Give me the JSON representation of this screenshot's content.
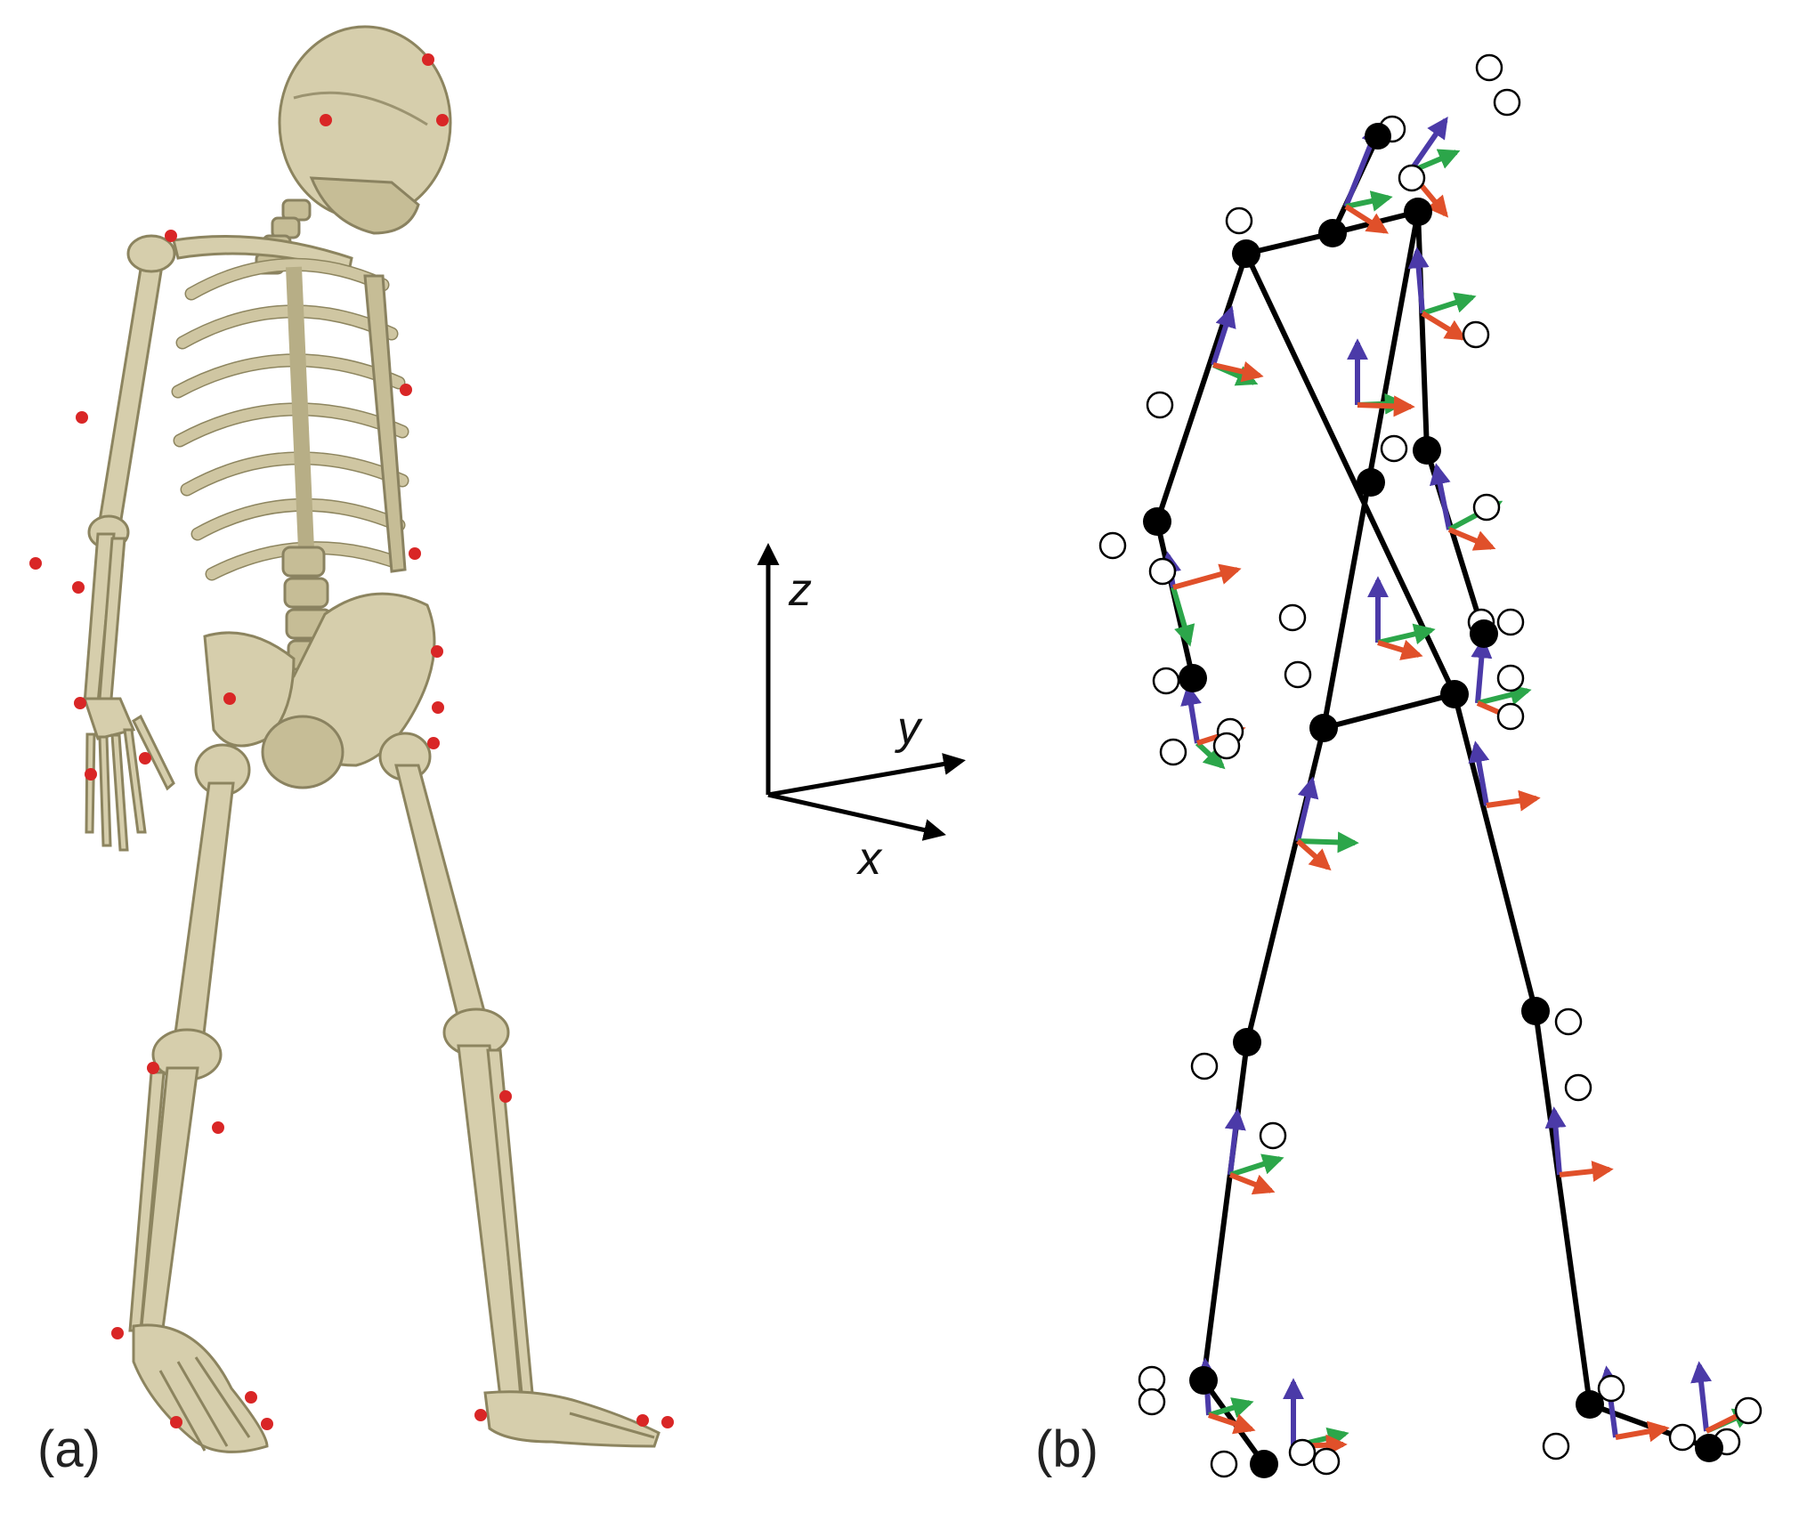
{
  "panels": {
    "a_label": "(a)",
    "b_label": "(b)"
  },
  "axes_legend": {
    "z_label": "z",
    "y_label": "y",
    "x_label": "x"
  },
  "colors": {
    "bone": "#d6ceac",
    "marker": "#d92626",
    "joint": "#000000",
    "axis_z": "#4b3aa8",
    "axis_y": "#2ca64a",
    "axis_x": "#e0502a"
  }
}
